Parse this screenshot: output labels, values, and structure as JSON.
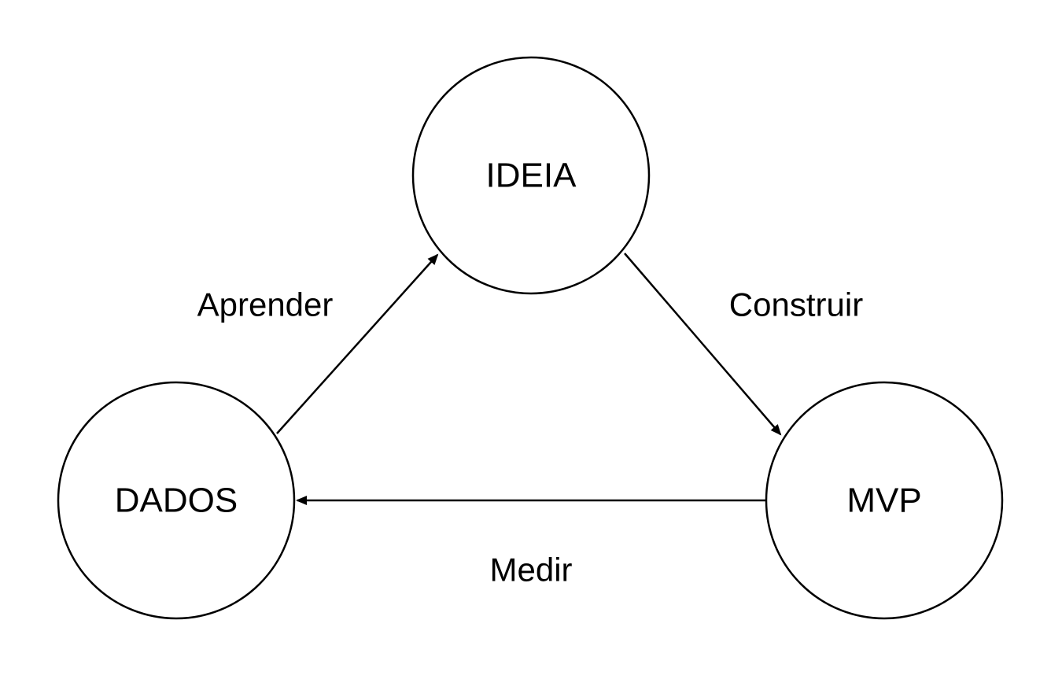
{
  "nodes": {
    "ideia": {
      "label": "IDEIA"
    },
    "mvp": {
      "label": "MVP"
    },
    "dados": {
      "label": "DADOS"
    }
  },
  "edges": {
    "construir": {
      "label": "Construir",
      "from": "IDEIA",
      "to": "MVP"
    },
    "medir": {
      "label": "Medir",
      "from": "MVP",
      "to": "DADOS"
    },
    "aprender": {
      "label": "Aprender",
      "from": "DADOS",
      "to": "IDEIA"
    }
  },
  "colors": {
    "stroke": "#000000",
    "background": "#ffffff"
  }
}
